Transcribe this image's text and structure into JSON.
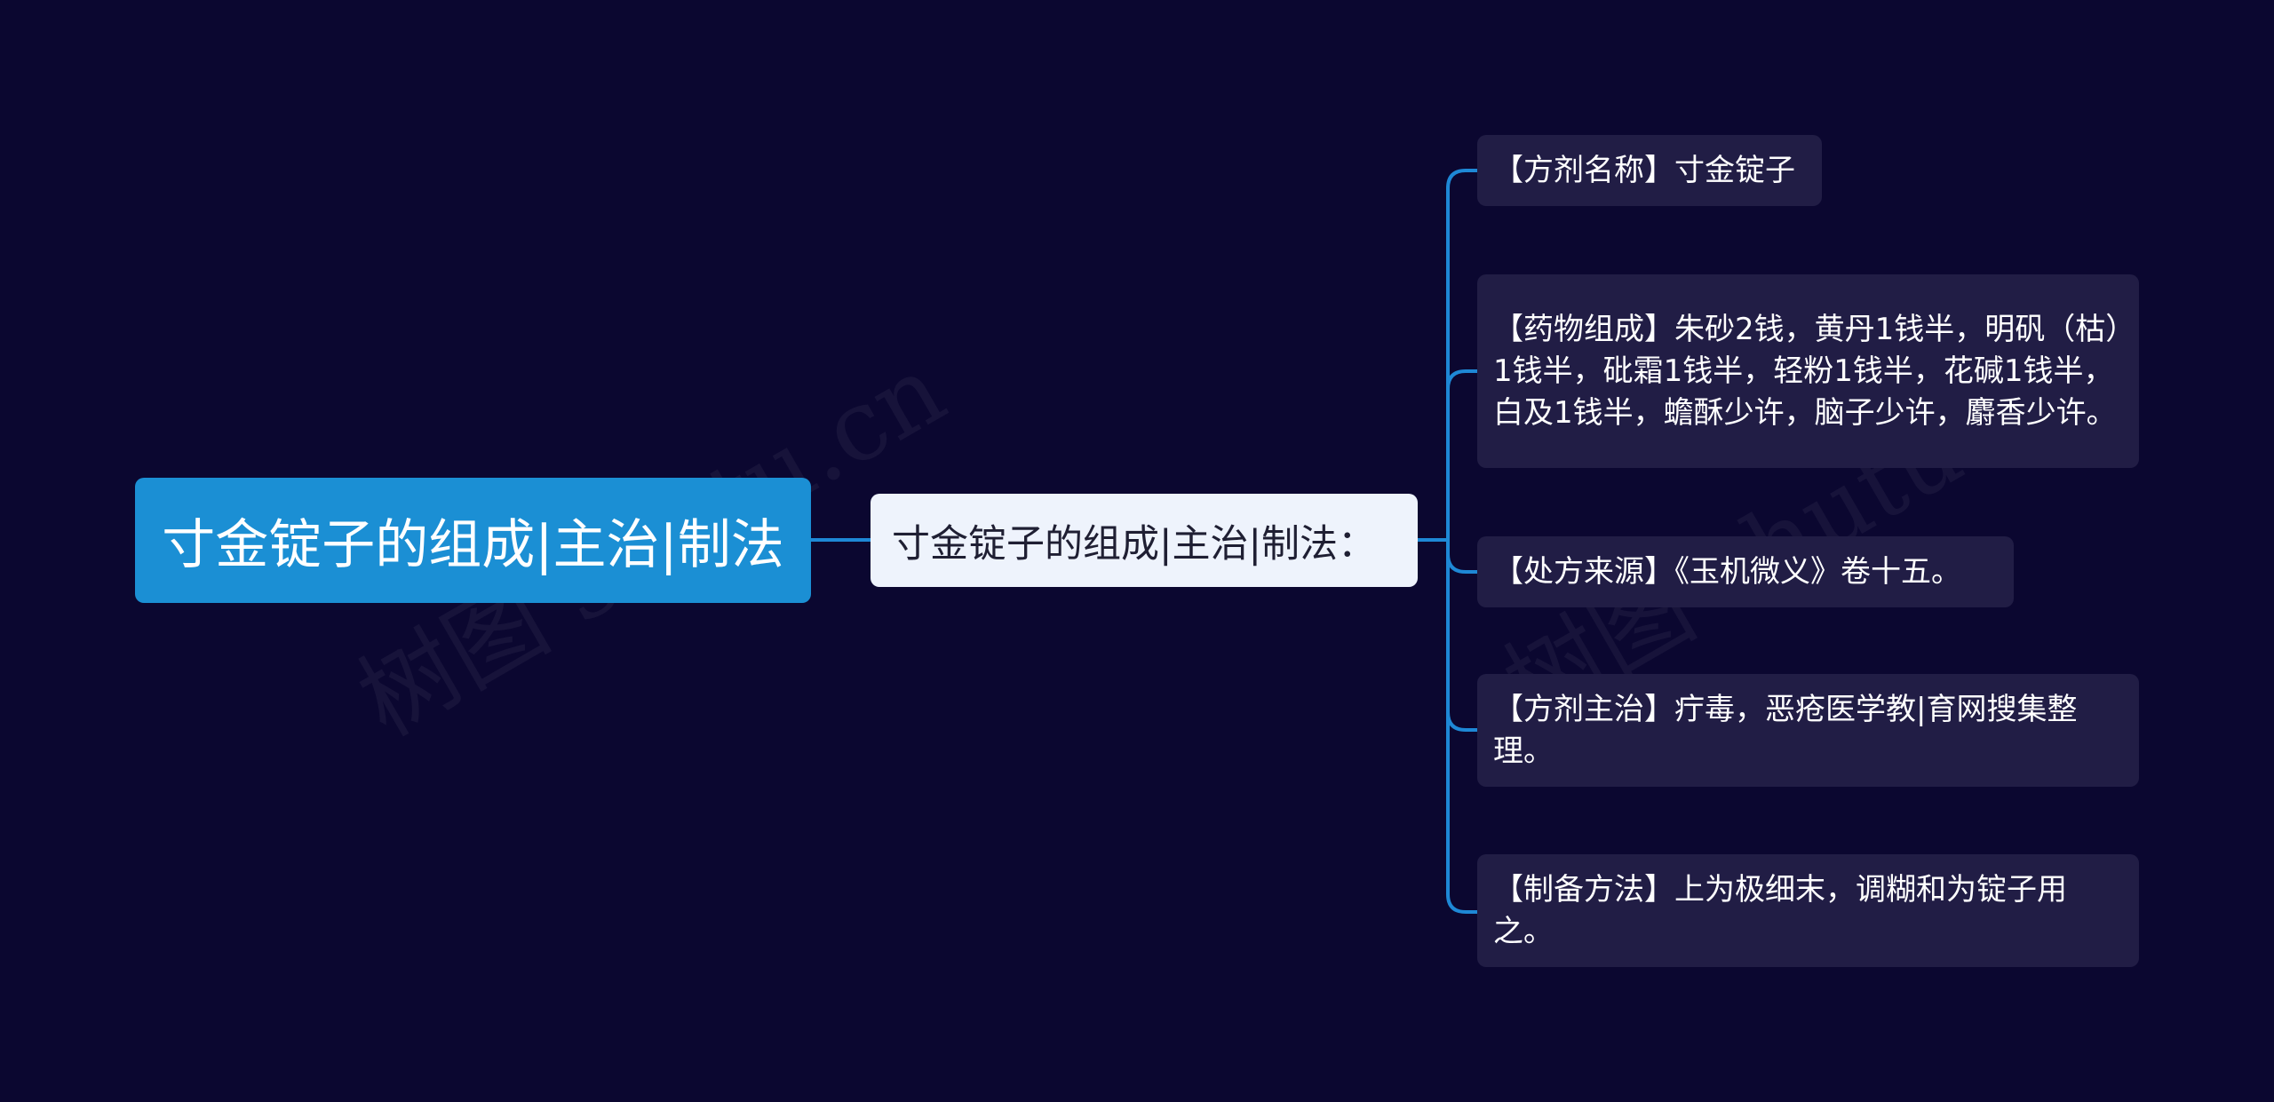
{
  "root": {
    "title": "寸金锭子的组成|主治|制法"
  },
  "branch": {
    "label": "寸金锭子的组成|主治|制法："
  },
  "leaves": [
    {
      "text": "【方剂名称】寸金锭子"
    },
    {
      "text": "【药物组成】朱砂2钱，黄丹1钱半，明矾（枯）1钱半，砒霜1钱半，轻粉1钱半，花碱1钱半，白及1钱半，蟾酥少许，脑子少许，麝香少许。"
    },
    {
      "text": "【处方来源】《玉机微义》卷十五。"
    },
    {
      "text": "【方剂主治】疔毒，恶疮医学教|育网搜集整理。"
    },
    {
      "text": "【制备方法】上为极细末，调糊和为锭子用之。"
    }
  ],
  "watermarks": [
    "树图 shutu.cn",
    "树图 shutu.cn"
  ],
  "colors": {
    "background": "#0b0730",
    "root_fill": "#1b8fd4",
    "branch_fill": "#eef3fc",
    "leaf_fill": "#211d45",
    "connector": "#1e88d6"
  }
}
